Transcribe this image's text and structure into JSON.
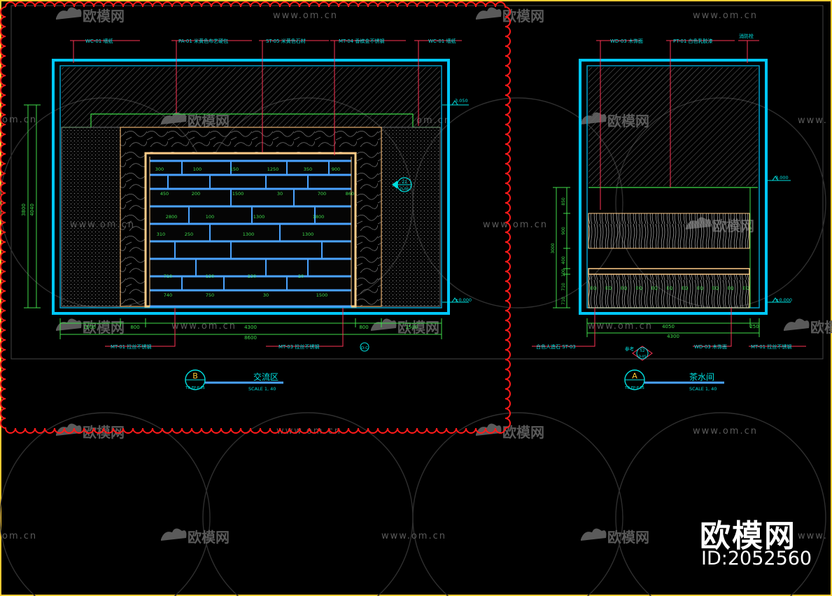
{
  "watermark": {
    "brand": "欧模网",
    "url": "www.om.cn",
    "url_short": "om.cn",
    "url_prefix": "www.",
    "big_brand": "欧模网",
    "id_label": "ID:2052560"
  },
  "left_elevation": {
    "title": "交流区",
    "scale": "SCALE 1, 40",
    "ref_letter": "B",
    "ref_code": "TD-EP-P-05",
    "callouts_top": [
      "WC-01 墙纸",
      "PA-01 米黄色布艺硬包",
      "ST-05 米黄色石材",
      "MT-04 香槟金不锈钢",
      "WC-01 墙纸"
    ],
    "callouts_bottom": [
      "MT-01 拉丝不锈钢",
      "MT-03 拉丝不锈钢"
    ],
    "dims_bottom": [
      "1500",
      "800",
      "4300",
      "800",
      "1500"
    ],
    "dim_total": "8600",
    "dims_left": [
      "3800",
      "4040"
    ],
    "level_top": "3.050",
    "level_zero": "±0.000",
    "section_mark": "22",
    "section_code": "D-05",
    "section_code_b": "D-C",
    "shelf_labels": [
      "300",
      "100",
      "150",
      "1250",
      "350",
      "900",
      "450",
      "200",
      "1500",
      "30",
      "700",
      "860",
      "2800",
      "100",
      "1300",
      "1800",
      "310",
      "250",
      "1300",
      "1300",
      "710",
      "130",
      "230",
      "20",
      "740",
      "750",
      "30",
      "1500"
    ]
  },
  "right_elevation": {
    "title": "茶水间",
    "scale": "SCALE 1, 40",
    "ref_letter": "A",
    "ref_code": "TD-EP-P-05",
    "callouts_top": [
      "WD-03 木饰面",
      "PT-01 白色乳胶漆",
      "消防栓"
    ],
    "callouts_bottom": [
      "白色人造石 ST-03",
      "WD-03 木饰面",
      "MT-01 拉丝不锈钢"
    ],
    "dims_bottom": [
      "4050",
      "250"
    ],
    "dim_total": "4300",
    "dims_left": [
      "3000",
      "850",
      "900",
      "400",
      "100",
      "710",
      "710"
    ],
    "level_top": "3.000",
    "level_zero": "±0.000",
    "detail_label": "参考",
    "detail_code": "52",
    "detail_sub": "D-05",
    "drawer_labels": [
      "EQ",
      "EQ",
      "EQ",
      "EQ",
      "EQ",
      "EQ",
      "EQ",
      "EQ",
      "EQ",
      "EQ",
      "EQ"
    ]
  },
  "colors": {
    "frame": "#00c8ff",
    "leader": "#ff3355",
    "dim": "#3fdc4a",
    "text": "#00e0e0",
    "yellow": "#ffcc33",
    "shelf": "#4aa3ff",
    "revcloud": "#ff1a1a",
    "watermark": "#5a5a5a"
  }
}
